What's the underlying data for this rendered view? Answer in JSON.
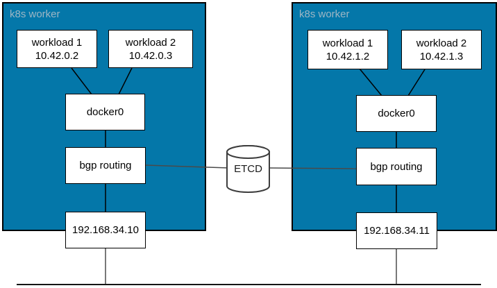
{
  "colors": {
    "worker_fill": "#0477A9",
    "worker_border": "#000000",
    "worker_title": "#9DB6C4",
    "node_fill": "#FFFFFF",
    "node_border": "#000000",
    "connector": "#000000",
    "external_connector": "#4A4A4A"
  },
  "workers": [
    {
      "title": "k8s worker",
      "workload1": {
        "name": "workload 1",
        "ip": "10.42.0.2"
      },
      "workload2": {
        "name": "workload 2",
        "ip": "10.42.0.3"
      },
      "bridge_label": "docker0",
      "routing_label": "bgp routing",
      "host_ip": "192.168.34.10"
    },
    {
      "title": "k8s worker",
      "workload1": {
        "name": "workload 1",
        "ip": "10.42.1.2"
      },
      "workload2": {
        "name": "workload 2",
        "ip": "10.42.1.3"
      },
      "bridge_label": "docker0",
      "routing_label": "bgp routing",
      "host_ip": "192.168.34.11"
    }
  ],
  "etcd_label": "ETCD"
}
